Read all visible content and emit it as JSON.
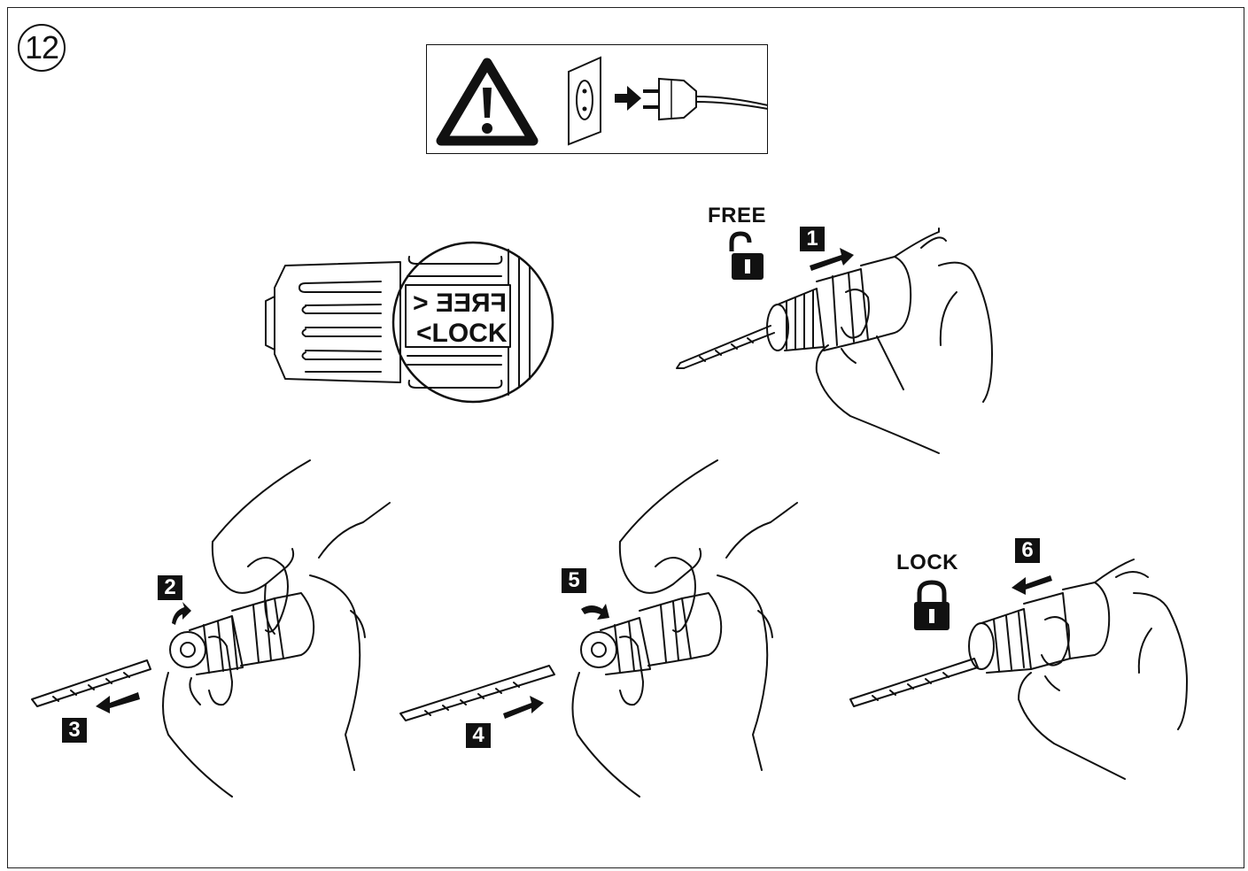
{
  "page": {
    "step_number": "12"
  },
  "warning": {
    "icons": [
      "warning-triangle-icon",
      "wall-socket-icon",
      "arrow-right-icon",
      "power-plug-icon"
    ]
  },
  "chuck_detail": {
    "free_mirrored": "FREE <",
    "lock": "<LOCK"
  },
  "labels": {
    "free": "FREE",
    "lock": "LOCK"
  },
  "steps": {
    "s1": "1",
    "s2": "2",
    "s3": "3",
    "s4": "4",
    "s5": "5",
    "s6": "6"
  },
  "colors": {
    "ink": "#111111",
    "paper": "#ffffff"
  }
}
